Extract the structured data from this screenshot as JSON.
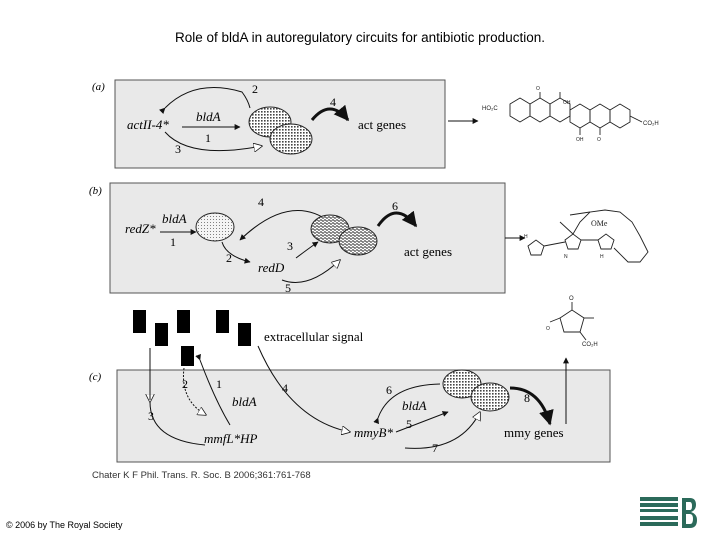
{
  "slide": {
    "title": "Role of bldA in autoregulatory circuits for antibiotic production.",
    "citation": "Chater K F Phil. Trans. R. Soc. B 2006;361:761-768",
    "copyright": "© 2006 by The Royal Society"
  },
  "panel_a": {
    "label": "(a)",
    "gene": "actII-4*",
    "regulator": "bldA",
    "target": "act genes",
    "steps": [
      "1",
      "2",
      "3",
      "4"
    ]
  },
  "panel_b": {
    "label": "(b)",
    "gene": "redZ*",
    "regulator": "bldA",
    "target_gene": "redD",
    "output": "act genes",
    "steps": [
      "1",
      "2",
      "3",
      "4",
      "5",
      "6"
    ],
    "structure_label": "OMe"
  },
  "panel_c": {
    "label": "(c)",
    "signal": "extracellular signal",
    "gene_left": "mmfL*HP",
    "regulator_left": "bldA",
    "gene_right": "mmyB*",
    "regulator_right": "bldA",
    "target": "mmy genes",
    "steps": [
      "1",
      "2",
      "3",
      "4",
      "5",
      "6",
      "7",
      "8"
    ]
  },
  "colors": {
    "box_fill": "#e9e9e9",
    "box_stroke": "#555555",
    "ink": "#111111"
  }
}
